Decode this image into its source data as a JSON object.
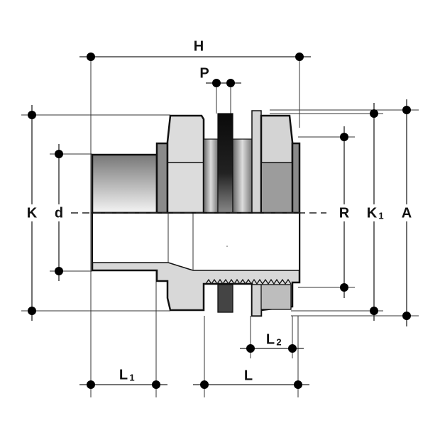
{
  "diagram": {
    "title": "Tank connector cross-section with dimension labels",
    "labels": {
      "H": "H",
      "P": "P",
      "K": "K",
      "d": "d",
      "R": "R",
      "K1_main": "K",
      "K1_sub": "1",
      "A": "A",
      "L1_main": "L",
      "L1_sub": "1",
      "L": "L",
      "L2_main": "L",
      "L2_sub": "2"
    },
    "colors": {
      "outline": "#111111",
      "light_gray": "#d8d8d8",
      "mid_gray": "#9a9a9a",
      "gasket": "#1a1a1a"
    }
  }
}
